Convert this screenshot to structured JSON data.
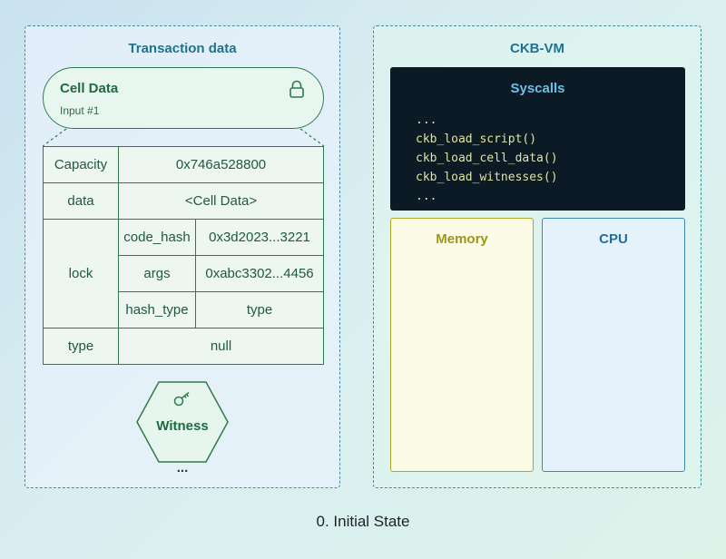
{
  "transaction": {
    "title": "Transaction data",
    "cell": {
      "title": "Cell Data",
      "subtitle": "Input #1"
    },
    "table": {
      "capacity_label": "Capacity",
      "capacity_value": "0x746a528800",
      "data_label": "data",
      "data_value": "<Cell Data>",
      "lock_label": "lock",
      "code_hash_label": "code_hash",
      "code_hash_value": "0x3d2023...3221",
      "args_label": "args",
      "args_value": "0xabc3302...4456",
      "hash_type_label": "hash_type",
      "hash_type_value": "type",
      "type_label": "type",
      "type_value": "null"
    },
    "witness_label": "Witness",
    "ellipsis": "..."
  },
  "vm": {
    "title": "CKB-VM",
    "syscalls": {
      "title": "Syscalls",
      "items": [
        "...",
        "ckb_load_script()",
        "ckb_load_cell_data()",
        "ckb_load_witnesses()",
        "..."
      ]
    },
    "memory_title": "Memory",
    "cpu_title": "CPU"
  },
  "caption": "0. Initial State",
  "colors": {
    "green": "#2f7a4a",
    "teal": "#1e7390",
    "memory": "#a8a82e",
    "cpu": "#3b8bb8"
  },
  "icons": {
    "lock": "lock-icon",
    "key": "key-icon"
  }
}
